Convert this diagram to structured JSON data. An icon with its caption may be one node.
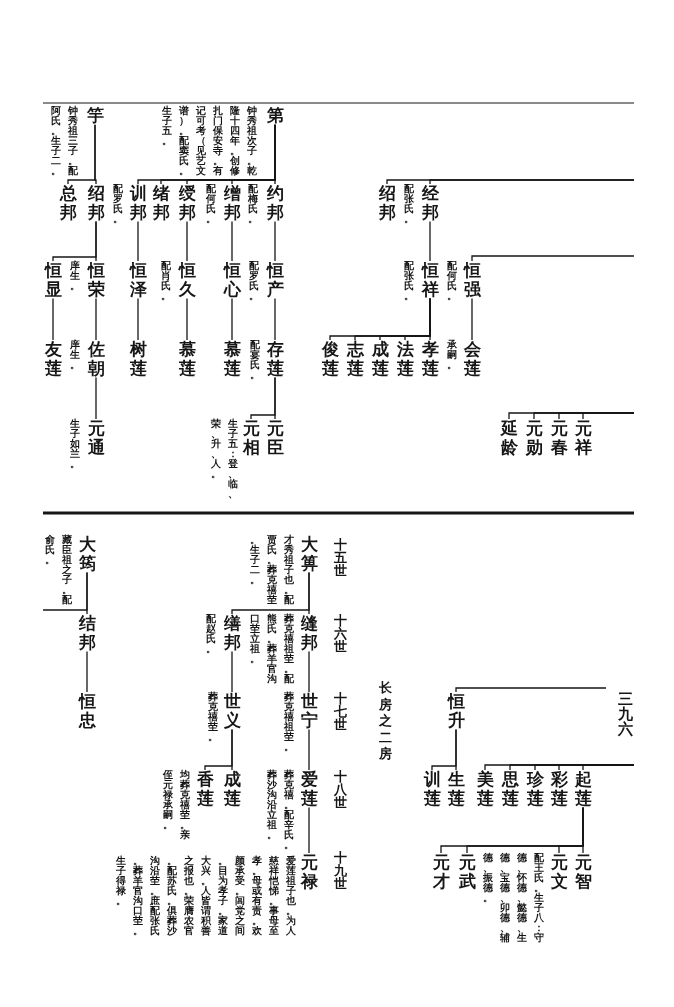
{
  "diagram": {
    "nodes": [
      {
        "text": [
          "第"
        ],
        "beside": [
          "钟秀祖次子。乾隆十四年。创修扎门保安寺。有记可考（见艺文谱）。配窦氏。生子五。"
        ]
      },
      {
        "text": [
          "竽"
        ],
        "beside": [
          "钟秀祖三子。配阿氏。生子二。"
        ]
      },
      {
        "text": [
          "经邦"
        ],
        "beside": [
          "配张氏。"
        ]
      },
      {
        "text": [
          "绍邦"
        ]
      },
      {
        "text": [
          "约邦"
        ],
        "beside": [
          "配梅氏。"
        ]
      },
      {
        "text": [
          "缯邦"
        ],
        "beside": [
          "配何氏。"
        ]
      },
      {
        "text": [
          "绶邦"
        ]
      },
      {
        "text": [
          "绪邦"
        ]
      },
      {
        "text": [
          "训邦"
        ],
        "beside": [
          "配罗氏。"
        ]
      },
      {
        "text": [
          "绍邦"
        ]
      },
      {
        "text": [
          "总邦"
        ]
      },
      {
        "text": [
          "恒强"
        ],
        "beside": [
          "配何氏。"
        ]
      },
      {
        "text": [
          "恒祥"
        ],
        "beside": [
          "配张氏。"
        ]
      },
      {
        "text": [
          "恒产"
        ],
        "beside": [
          "配罗氏。"
        ]
      },
      {
        "text": [
          "恒心"
        ]
      },
      {
        "text": [
          "恒久"
        ],
        "beside": [
          "配肖氏。"
        ]
      },
      {
        "text": [
          "恒泽"
        ]
      },
      {
        "text": [
          "恒荣"
        ],
        "beside": [
          "庠生。"
        ]
      },
      {
        "text": [
          "恒显"
        ]
      },
      {
        "text": [
          "会莲"
        ],
        "beside": [
          "承嗣。"
        ]
      },
      {
        "text": [
          "孝莲"
        ]
      },
      {
        "text": [
          "法莲"
        ]
      },
      {
        "text": [
          "成莲"
        ]
      },
      {
        "text": [
          "志莲"
        ]
      },
      {
        "text": [
          "俊莲"
        ]
      },
      {
        "text": [
          "存莲"
        ],
        "beside": [
          "配宴氏。"
        ]
      },
      {
        "text": [
          "慕莲"
        ]
      },
      {
        "text": [
          "慕莲"
        ]
      },
      {
        "text": [
          "树莲"
        ]
      },
      {
        "text": [
          "佐朝"
        ],
        "beside": [
          "庠生。"
        ]
      },
      {
        "text": [
          "友莲"
        ]
      },
      {
        "text": [
          "元祥"
        ]
      },
      {
        "text": [
          "元春"
        ]
      },
      {
        "text": [
          "元勋"
        ]
      },
      {
        "text": [
          "延龄"
        ]
      },
      {
        "text": [
          "元臣"
        ]
      },
      {
        "text": [
          "元相"
        ],
        "beside": [
          "生子五：登、临、荣、升、人。"
        ]
      },
      {
        "text": [
          "元通"
        ],
        "beside": [
          "生子如兰。"
        ]
      },
      {
        "text": [
          "大箅"
        ],
        "beside": [
          "才秀祖子也。配贾氏。葬克禧茔。生子二。"
        ]
      },
      {
        "text": [
          "大筠"
        ],
        "beside": [
          "藏臣祖之子。配俞氏。"
        ]
      },
      {
        "text": [
          "缝邦"
        ],
        "beside": [
          "葬克禧祖茔。配熊氏。葬羊官沟口茔立祖。"
        ]
      },
      {
        "text": [
          "缮邦"
        ],
        "beside": [
          "配赵氏。"
        ]
      },
      {
        "text": [
          "结邦"
        ]
      },
      {
        "text": [
          "恒升"
        ]
      },
      {
        "text": [
          "世宁"
        ],
        "beside": [
          "葬克禧祖茔。"
        ]
      },
      {
        "text": [
          "世义"
        ],
        "beside": [
          "葬克禧茔。"
        ]
      },
      {
        "text": [
          "恒忠"
        ]
      },
      {
        "text": [
          "起莲"
        ]
      },
      {
        "text": [
          "彩莲"
        ]
      },
      {
        "text": [
          "珍莲"
        ]
      },
      {
        "text": [
          "思莲"
        ]
      },
      {
        "text": [
          "美莲"
        ]
      },
      {
        "text": [
          "生莲"
        ]
      },
      {
        "text": [
          "训莲"
        ]
      },
      {
        "text": [
          "爱莲"
        ],
        "beside": [
          "葬克禧。配辛氏。葬沙沟沿立祖。"
        ]
      },
      {
        "text": [
          "成莲"
        ]
      },
      {
        "text": [
          "香莲"
        ],
        "beside": [
          "均葬克禧茔。亲侄元禄承嗣。"
        ]
      },
      {
        "text": [
          "元智"
        ]
      },
      {
        "text": [
          "元文"
        ],
        "beside": [
          "配王氏。生子八：守德、怀德、懿德、生德、宝德、卯德、辅德、振德。"
        ]
      },
      {
        "text": [
          "元武"
        ]
      },
      {
        "text": [
          "元才"
        ]
      },
      {
        "text": [
          "元禄"
        ],
        "beside": [
          "爱莲祖子也。为人慈祥恺悌。事母至孝。母或有责。欢颜承受。闾党之间。目为孝子。家道大兴。人皆谓积善之报也。荣膺农官。配苏氏。俱葬沙沟沿茔。庶配张氏。葬羊官沟口茔。生子得禄。"
        ]
      }
    ],
    "edges": [
      {
        "from": 0,
        "to": 4,
        "arrow": "none"
      },
      {
        "from": 0,
        "to": 5,
        "arrow": "none"
      },
      {
        "from": 0,
        "to": 6,
        "arrow": "none"
      },
      {
        "from": 0,
        "to": 7,
        "arrow": "none"
      },
      {
        "from": 0,
        "to": 8,
        "arrow": "none"
      },
      {
        "from": 1,
        "to": 9,
        "arrow": "none"
      },
      {
        "from": 1,
        "to": 10,
        "arrow": "none"
      },
      {
        "from": null,
        "to": 2,
        "arrow": "none"
      },
      {
        "from": null,
        "to": 3,
        "arrow": "none"
      },
      {
        "from": 2,
        "to": 12,
        "arrow": "none"
      },
      {
        "from": null,
        "to": 11,
        "arrow": "none"
      },
      {
        "from": 4,
        "to": 13,
        "arrow": "none"
      },
      {
        "from": 5,
        "to": 14,
        "arrow": "none"
      },
      {
        "from": 6,
        "to": 15,
        "arrow": "none"
      },
      {
        "from": 8,
        "to": 16,
        "arrow": "none"
      },
      {
        "from": 9,
        "to": 17,
        "arrow": "none"
      },
      {
        "from": 9,
        "to": 18,
        "arrow": "none"
      },
      {
        "from": 11,
        "to": 19,
        "arrow": "none"
      },
      {
        "from": 12,
        "to": 20,
        "arrow": "none"
      },
      {
        "from": 12,
        "to": 21,
        "arrow": "none"
      },
      {
        "from": 12,
        "to": 22,
        "arrow": "none"
      },
      {
        "from": 12,
        "to": 23,
        "arrow": "none"
      },
      {
        "from": 12,
        "to": 24,
        "arrow": "none"
      },
      {
        "from": 13,
        "to": 25,
        "arrow": "none"
      },
      {
        "from": 14,
        "to": 26,
        "arrow": "none"
      },
      {
        "from": 15,
        "to": 27,
        "arrow": "none"
      },
      {
        "from": 16,
        "to": 28,
        "arrow": "none"
      },
      {
        "from": 17,
        "to": 29,
        "arrow": "none"
      },
      {
        "from": 18,
        "to": 30,
        "arrow": "none"
      },
      {
        "from": null,
        "to": 31,
        "arrow": "none"
      },
      {
        "from": null,
        "to": 32,
        "arrow": "none"
      },
      {
        "from": null,
        "to": 33,
        "arrow": "none"
      },
      {
        "from": null,
        "to": 34,
        "arrow": "none"
      },
      {
        "from": 25,
        "to": 35,
        "arrow": "none"
      },
      {
        "from": 25,
        "to": 36,
        "arrow": "none"
      },
      {
        "from": 29,
        "to": 37,
        "arrow": "none"
      },
      {
        "from": 38,
        "to": 40,
        "arrow": "none"
      },
      {
        "from": 38,
        "to": 41,
        "arrow": "none"
      },
      {
        "from": 39,
        "to": 42,
        "arrow": "none"
      },
      {
        "from": 39,
        "to": null,
        "arrow": "none"
      },
      {
        "from": null,
        "to": 43,
        "arrow": "none"
      },
      {
        "from": 40,
        "to": 44,
        "arrow": "none"
      },
      {
        "from": 41,
        "to": 45,
        "arrow": "none"
      },
      {
        "from": 42,
        "to": 46,
        "arrow": "none"
      },
      {
        "from": null,
        "to": 47,
        "arrow": "none"
      },
      {
        "from": null,
        "to": 48,
        "arrow": "none"
      },
      {
        "from": null,
        "to": 49,
        "arrow": "none"
      },
      {
        "from": null,
        "to": 50,
        "arrow": "none"
      },
      {
        "from": null,
        "to": 51,
        "arrow": "none"
      },
      {
        "from": 43,
        "to": 52,
        "arrow": "none"
      },
      {
        "from": 43,
        "to": 53,
        "arrow": "none"
      },
      {
        "from": 44,
        "to": 54,
        "arrow": "none"
      },
      {
        "from": 45,
        "to": 55,
        "arrow": "none"
      },
      {
        "from": 45,
        "to": 56,
        "arrow": "none"
      },
      {
        "from": 47,
        "to": 57,
        "arrow": "none"
      },
      {
        "from": 47,
        "to": 58,
        "arrow": "none"
      },
      {
        "from": 47,
        "to": 59,
        "arrow": "none"
      },
      {
        "from": 47,
        "to": 60,
        "arrow": "none"
      },
      {
        "from": 54,
        "to": 61,
        "arrow": "none"
      }
    ],
    "labels": [
      "十五世",
      "十六世",
      "十七世",
      "十八世",
      "十九世",
      "长房之二房",
      "三九六"
    ]
  }
}
